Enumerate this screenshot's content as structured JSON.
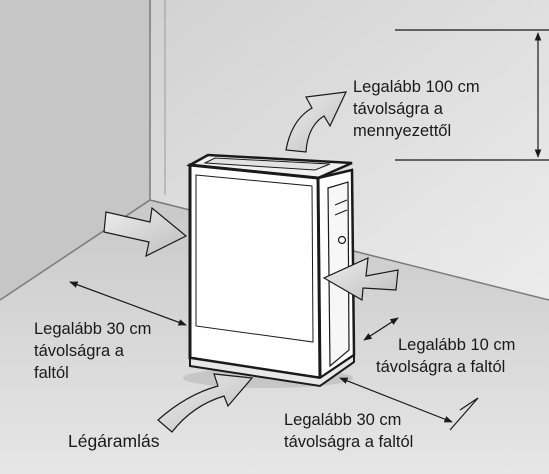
{
  "labels": {
    "ceiling": [
      "Legalább 100 cm",
      "távolságra a",
      "mennyezettől"
    ],
    "left_wall": [
      "Legalább 30 cm",
      "távolságra a",
      "faltól"
    ],
    "side_wall": [
      "Legalább 10 cm",
      "távolságra a faltól"
    ],
    "back_wall": [
      "Legalább 30 cm",
      "távolságra a faltól"
    ],
    "airflow": "Légáramlás"
  },
  "colors": {
    "wall": "#dcdcdc",
    "floor": "#cfcfcf",
    "outline": "#1a1a1a",
    "arrow_fill": "#d6d6d6",
    "unit_body": "#ffffff"
  },
  "icons": [
    "airflow-arrow-icon",
    "dimension-arrow-icon"
  ]
}
